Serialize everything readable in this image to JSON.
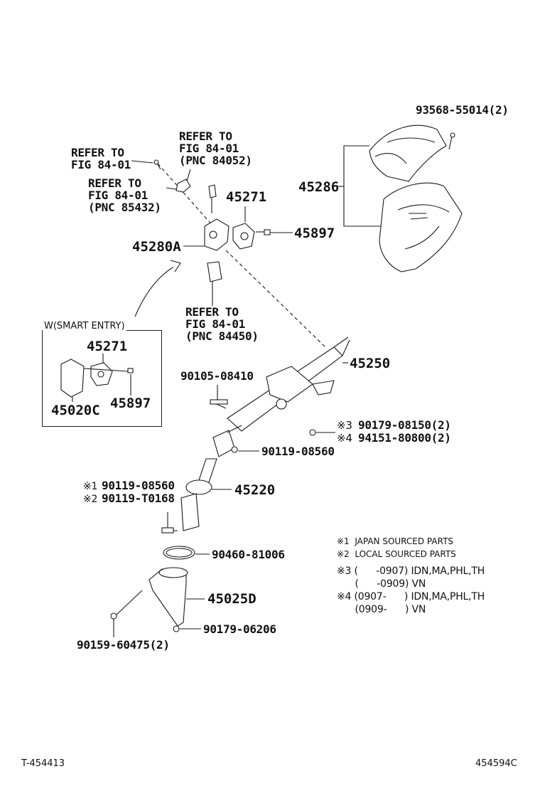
{
  "refs": {
    "ref_top_left": "REFER TO\nFIG 84-01",
    "ref_pnc_84052": "REFER TO\nFIG 84-01\n(PNC 84052)",
    "ref_pnc_85432": "REFER TO\nFIG 84-01\n(PNC 85432)",
    "ref_pnc_84450": "REFER TO\nFIG 84-01\n(PNC 84450)"
  },
  "parts": {
    "p93568": "93568-55014(2)",
    "p45286": "45286",
    "p45271": "45271",
    "p45897": "45897",
    "p45280A": "45280A",
    "p45250": "45250",
    "p90105": "90105-08410",
    "p90179_08150": "90179-08150(2)",
    "p94151": "94151-80800(2)",
    "p90119_08560": "90119-08560",
    "p90119_08560_b": "90119-08560",
    "p90119_T0168": "90119-T0168",
    "p45220": "45220",
    "p90460": "90460-81006",
    "p45025D": "45025D",
    "p90179_06206": "90179-06206",
    "p90159": "90159-60475(2)"
  },
  "inset": {
    "title": "W(SMART ENTRY)",
    "p45271": "45271",
    "p45897": "45897",
    "p45020C": "45020C"
  },
  "marks": {
    "m1": "※1",
    "m2": "※2",
    "m3": "※3",
    "m4": "※4"
  },
  "notes": {
    "n1": "※1  JAPAN SOURCED PARTS",
    "n2": "※2  LOCAL SOURCED PARTS",
    "n3a": "※3 (      -0907) IDN,MA,PHL,TH",
    "n3b": "      (      -0909) VN",
    "n4a": "※4 (0907-      ) IDN,MA,PHL,TH",
    "n4b": "      (0909-      ) VN"
  },
  "footer": {
    "left": "T-454413",
    "right": "454594C"
  }
}
